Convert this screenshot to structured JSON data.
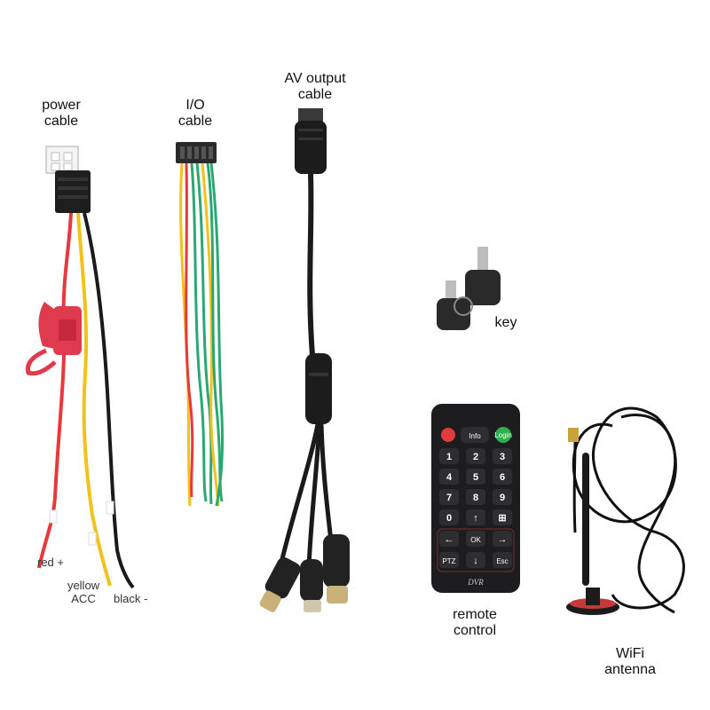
{
  "labels": {
    "power": [
      "power",
      "cable"
    ],
    "io": [
      "I/O",
      "cable"
    ],
    "av": [
      "AV output",
      "cable"
    ],
    "key": "key",
    "remote": [
      "remote",
      "control"
    ],
    "wifi": [
      "WiFi",
      "antenna"
    ],
    "red": "red +",
    "yellow": [
      "yellow",
      "ACC"
    ],
    "black": "black -"
  },
  "remote": {
    "top_buttons": [
      "Info",
      "Login"
    ],
    "number_keys": [
      "1",
      "2",
      "3",
      "4",
      "5",
      "6",
      "7",
      "8",
      "9",
      "0"
    ],
    "nav": {
      "ok": "OK",
      "ptz": "PTZ",
      "esc": "Esc"
    },
    "brand": "DVR"
  },
  "colors": {
    "red_wire": "#e8383d",
    "yellow_wire": "#f2c21b",
    "black_wire": "#1a1a1a",
    "green_wire": "#2aa872",
    "fuse_red": "#e03a4e",
    "remote_body": "#1d1d1f",
    "power_button": "#e23b3b",
    "login_button": "#2bb14c"
  }
}
